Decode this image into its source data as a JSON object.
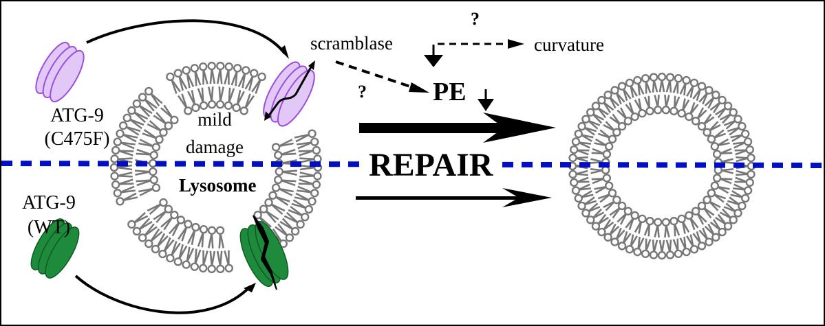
{
  "diagram": {
    "labels": {
      "atg9_mutant_line1": "ATG-9",
      "atg9_mutant_line2": "(C475F)",
      "atg9_wt_line1": "ATG-9",
      "atg9_wt_line2": "(WT)",
      "mild_damage_line1": "mild",
      "mild_damage_line2": "damage",
      "lysosome": "Lysosome",
      "scramblase": "scramblase",
      "curvature": "curvature",
      "pe": "PE",
      "question_top": "?",
      "question_left": "?",
      "repair": "REPAIR",
      "down_arrow": "↓"
    },
    "colors": {
      "mutant_fill": "#e2c8f7",
      "mutant_stroke": "#9b4fd8",
      "wt_fill": "#1e8a3c",
      "wt_stroke": "#0f5a23",
      "lipid": "#777777",
      "divider": "#0010c0",
      "arrow": "#000000"
    },
    "conditions": [
      {
        "name": "ATG-9 (C475F)",
        "repair_arrow": "strong"
      },
      {
        "name": "ATG-9 (WT)",
        "repair_arrow": "normal"
      }
    ]
  }
}
